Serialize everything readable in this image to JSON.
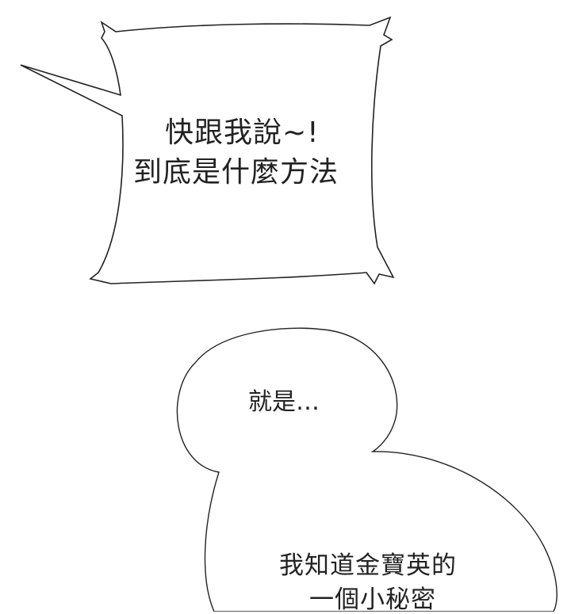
{
  "panel": {
    "spiky_bubble": {
      "line_1": "快跟我說~!",
      "line_2": "到底是什麼方法"
    },
    "round_bubble": {
      "line_1": "就是…",
      "line_2": "我知道金寶英的",
      "line_3": "一個小秘密"
    }
  },
  "colors": {
    "background": "#ffffff",
    "bubble_fill": "#ffffff",
    "bubble_stroke": "#222222",
    "text": "#222222"
  }
}
